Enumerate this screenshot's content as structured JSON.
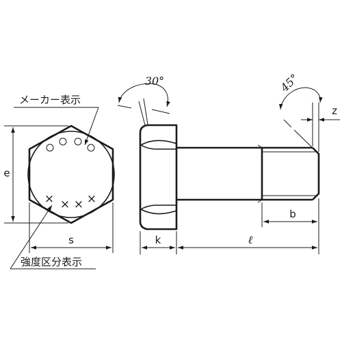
{
  "labels": {
    "maker_mark": "メーカー表示",
    "strength_mark": "強度区分表示",
    "angle_head": "30°",
    "angle_chamfer": "45°"
  },
  "dimensions": {
    "e": "e",
    "s": "s",
    "k": "k",
    "length": "ℓ",
    "b": "b",
    "z": "z"
  },
  "head_marks": {
    "circles_count": 4,
    "crosses": [
      "×",
      "×",
      "×",
      "×"
    ]
  }
}
